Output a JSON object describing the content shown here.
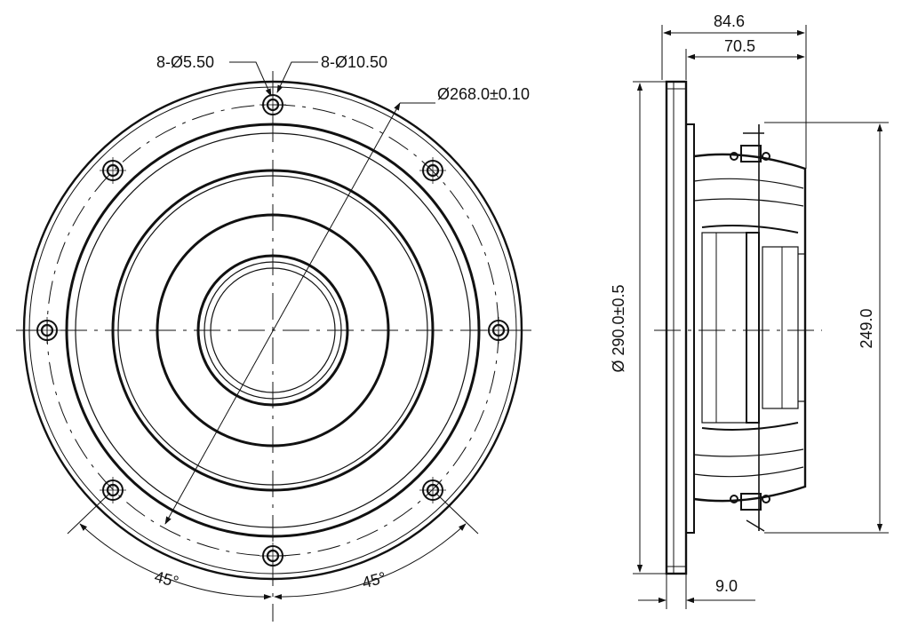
{
  "front_view": {
    "bolt_hole_label": "8-Ø5.50",
    "counterbore_label": "8-Ø10.50",
    "bolt_circle_label": "Ø268.0±0.10",
    "angle_left": "45°",
    "angle_right": "45°"
  },
  "side_view": {
    "overall_depth": "84.6",
    "frame_depth": "70.5",
    "flange_diameter": "Ø 290.0±0.5",
    "cutout_diameter": "249.0",
    "flange_thickness": "9.0"
  },
  "colors": {
    "line": "#111111",
    "background": "#ffffff"
  }
}
